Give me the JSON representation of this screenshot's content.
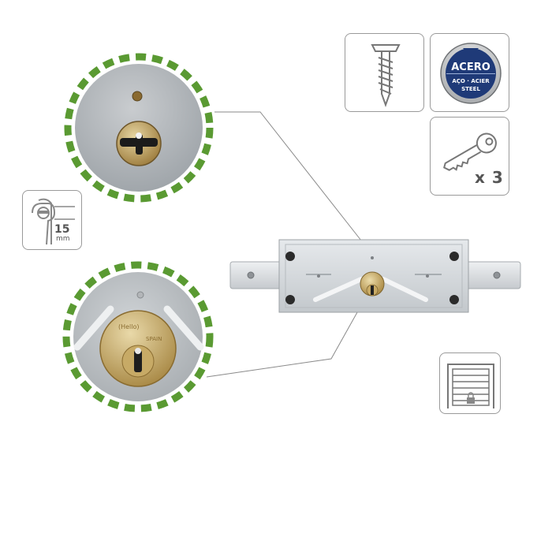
{
  "badges": {
    "steel": {
      "top": "ACERO",
      "middle": "AÇO · ACIER",
      "bottom": "STEEL"
    },
    "keys": {
      "quantity": "x 3"
    },
    "cylinder": {
      "size": "15",
      "unit": "mm"
    }
  },
  "product": {
    "cylinder_brand": "(Hello)",
    "cylinder_origin": "SPAIN"
  },
  "colors": {
    "accent_green": "#5a9a32",
    "icon_border": "#9a9a9a",
    "badge_navy": "#1f3a78",
    "brass": "#c9a867",
    "steel_plate": "#dfe3e6"
  }
}
